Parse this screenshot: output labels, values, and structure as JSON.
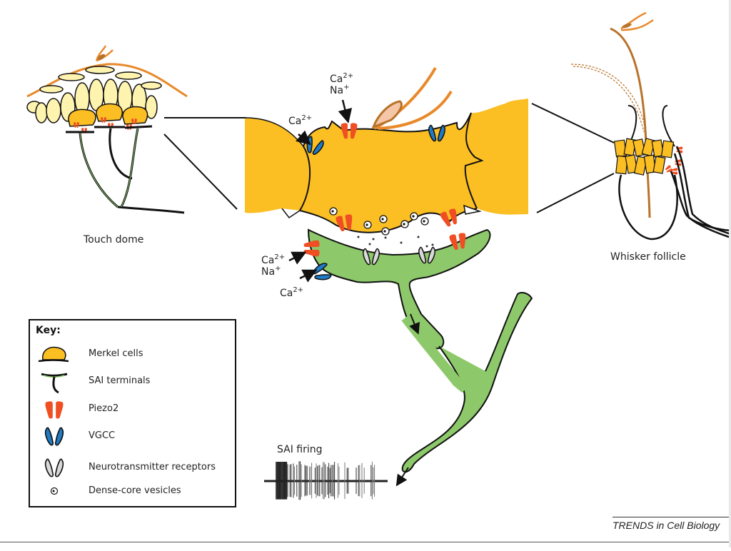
{
  "figure": {
    "panels": {
      "touch_dome": {
        "label": "Touch dome"
      },
      "whisker_follicle": {
        "label": "Whisker follicle"
      },
      "central": {
        "ion_labels": {
          "piezo_top": {
            "line1": "Ca",
            "line1_sup": "2+",
            "line2": "Na",
            "line2_sup": "+"
          },
          "vgcc_top": {
            "line1": "Ca",
            "line1_sup": "2+"
          },
          "piezo_terminal": {
            "line1": "Ca",
            "line1_sup": "2+",
            "line2": "Na",
            "line2_sup": "+"
          },
          "vgcc_terminal": {
            "line1": "Ca",
            "line1_sup": "2+"
          }
        },
        "firing_label": "SAI firing"
      }
    },
    "key": {
      "title": "Key:",
      "items": [
        {
          "label": "Merkel cells",
          "icon": "merkel-cell-icon"
        },
        {
          "label": "SAI terminals",
          "icon": "sai-terminal-icon"
        },
        {
          "label": "Piezo2",
          "icon": "piezo2-channel-icon"
        },
        {
          "label": "VGCC",
          "icon": "vgcc-channel-icon"
        },
        {
          "label": "Neurotransmitter receptors",
          "icon": "neurotransmitter-receptor-icon"
        },
        {
          "label": "Dense-core vesicles",
          "icon": "dense-core-vesicle-icon"
        }
      ]
    },
    "credit": "TRENDS in Cell Biology",
    "colors": {
      "merkel_cell": "#FBBF24",
      "merkel_cell_light": "#FFF3B0",
      "sai_terminal": "#8DC96A",
      "piezo2": "#F04E23",
      "vgcc": "#1F7BC4",
      "receptor": "#D9D9D9",
      "skin": "#E8892A",
      "hair": "#B8732A"
    }
  }
}
